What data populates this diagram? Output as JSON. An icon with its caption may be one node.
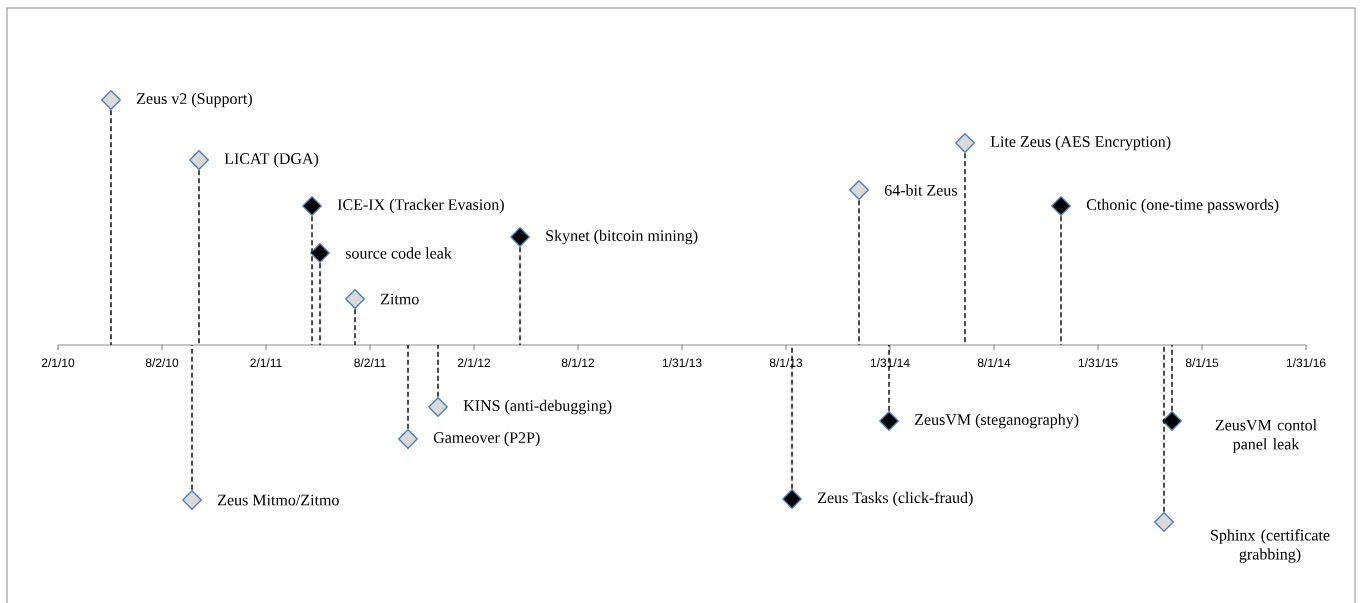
{
  "diagram": {
    "nodes": [
      {
        "text": [],
        "shape": "diamond",
        "beside": [
          "Zeus v2 (Support)"
        ]
      },
      {
        "text": [],
        "shape": "diamond",
        "beside": [
          "LICAT (DGA)"
        ]
      },
      {
        "text": [],
        "shape": "diamond",
        "beside": [
          "Zeus Mitmo/Zitmo"
        ]
      },
      {
        "text": [],
        "shape": "diamond",
        "beside": [
          "ICE-IX (Tracker Evasion)"
        ]
      },
      {
        "text": [],
        "shape": "diamond",
        "beside": [
          "source code leak"
        ]
      },
      {
        "text": [],
        "shape": "diamond",
        "beside": [
          "Zitmo"
        ]
      },
      {
        "text": [],
        "shape": "diamond",
        "beside": [
          "Gameover (P2P)"
        ]
      },
      {
        "text": [],
        "shape": "diamond",
        "beside": [
          "KINS (anti-debugging)"
        ]
      },
      {
        "text": [],
        "shape": "diamond",
        "beside": [
          "Skynet (bitcoin mining)"
        ]
      },
      {
        "text": [],
        "shape": "diamond",
        "beside": [
          "Zeus Tasks (click-fraud)"
        ]
      },
      {
        "text": [],
        "shape": "diamond",
        "beside": [
          "64-bit Zeus"
        ]
      },
      {
        "text": [],
        "shape": "diamond",
        "beside": [
          "ZeusVM (steganography)"
        ]
      },
      {
        "text": [],
        "shape": "diamond",
        "beside": [
          "Lite Zeus (AES Encryption)"
        ]
      },
      {
        "text": [],
        "shape": "diamond",
        "beside": [
          "Cthonic (one-time passwords)"
        ]
      },
      {
        "text": [],
        "shape": "diamond",
        "beside": [
          "Sphinx (certificate grabbing)"
        ]
      },
      {
        "text": [],
        "shape": "diamond",
        "beside": [
          "ZeusVM contol panel leak"
        ]
      }
    ],
    "edges": [
      {
        "from": 0,
        "to": null,
        "arrow": "none",
        "style": "dashed"
      },
      {
        "from": 1,
        "to": null,
        "arrow": "none",
        "style": "dashed"
      },
      {
        "from": 2,
        "to": null,
        "arrow": "none",
        "style": "dashed"
      },
      {
        "from": 3,
        "to": null,
        "arrow": "none",
        "style": "dashed"
      },
      {
        "from": 4,
        "to": null,
        "arrow": "none",
        "style": "dashed"
      },
      {
        "from": 5,
        "to": null,
        "arrow": "none",
        "style": "dashed"
      },
      {
        "from": 6,
        "to": null,
        "arrow": "none",
        "style": "dashed"
      },
      {
        "from": 7,
        "to": null,
        "arrow": "none",
        "style": "dashed"
      },
      {
        "from": 8,
        "to": null,
        "arrow": "none",
        "style": "dashed"
      },
      {
        "from": 9,
        "to": null,
        "arrow": "none",
        "style": "dashed"
      },
      {
        "from": 10,
        "to": null,
        "arrow": "none",
        "style": "dashed"
      },
      {
        "from": 11,
        "to": null,
        "arrow": "none",
        "style": "dashed"
      },
      {
        "from": 12,
        "to": null,
        "arrow": "none",
        "style": "dashed"
      },
      {
        "from": 13,
        "to": null,
        "arrow": "none",
        "style": "dashed"
      },
      {
        "from": 14,
        "to": null,
        "arrow": "none",
        "style": "dashed"
      },
      {
        "from": 15,
        "to": null,
        "arrow": "none",
        "style": "dashed"
      }
    ],
    "labels": [
      "2/1/10",
      "8/2/10",
      "2/1/11",
      "8/2/11",
      "2/1/12",
      "8/1/12",
      "1/31/13",
      "8/1/13",
      "1/31/14",
      "8/1/14",
      "1/31/15",
      "8/1/15",
      "1/31/16"
    ]
  }
}
